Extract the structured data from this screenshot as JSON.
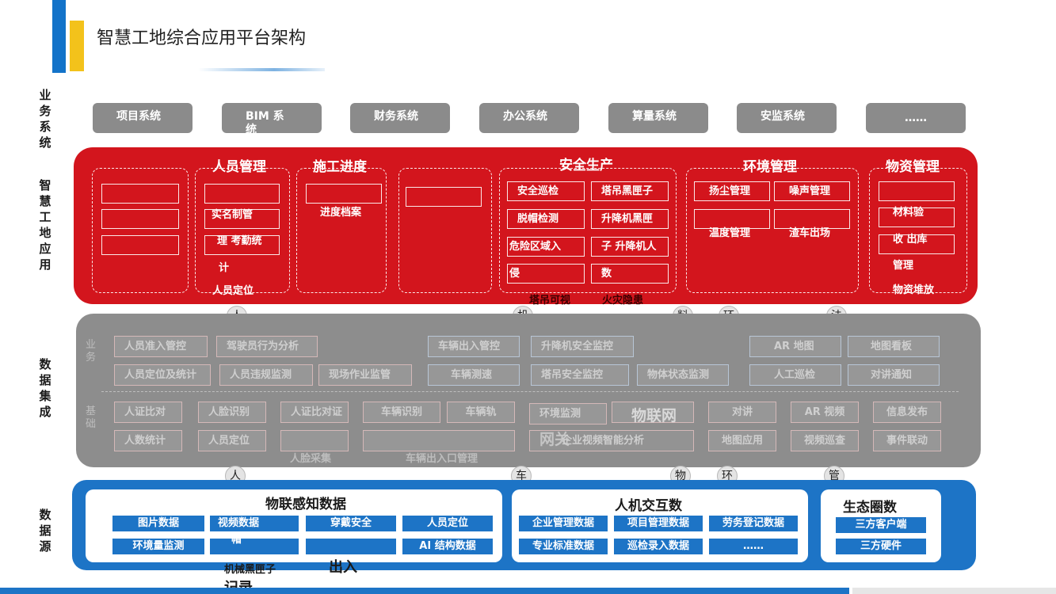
{
  "title": "智慧工地综合应用平台架构",
  "layers": {
    "business": "业务系统",
    "app": "智慧工地应用",
    "integration": "数据集成",
    "source": "数据源"
  },
  "business_systems": [
    "项目系统",
    "BIM 系统",
    "财务系统",
    "办公系统",
    "算量系统",
    "安监系统",
    "……"
  ],
  "app": {
    "personnel": {
      "title": "人员管理",
      "items": [
        "实名制管",
        "理 考勤统",
        "计",
        "人员定位"
      ]
    },
    "progress": {
      "title": "施工进度",
      "items": [
        "进度档案"
      ]
    },
    "safety": {
      "title": "安全生产",
      "items": [
        "安全巡检",
        "塔吊黑匣子",
        "脱帽检测",
        "升降机黑匣",
        "危险区域入",
        "子 升降机人",
        "侵",
        "数"
      ],
      "below": [
        "塔吊可视",
        "火灾隐患"
      ]
    },
    "environment": {
      "title": "环境管理",
      "items": [
        "扬尘管理",
        "噪声管理",
        "温度管理",
        "渣车出场"
      ]
    },
    "materials": {
      "title": "物资管理",
      "items": [
        "材料验",
        "收 出库",
        "管理",
        "物资堆放"
      ]
    }
  },
  "nodes_top": [
    "人",
    "机",
    "料",
    "环",
    "法"
  ],
  "integration": {
    "side_business": "业务",
    "side_base": "基础",
    "row1": [
      "人员准入管控",
      "驾驶员行为分析",
      "车辆出入管控",
      "升降机安全监控",
      "AR 地图",
      "地图看板"
    ],
    "row2": [
      "人员定位及统计",
      "人员违规监测",
      "现场作业监管",
      "车辆测速",
      "塔吊安全监控",
      "物体状态监测",
      "人工巡检",
      "对讲通知"
    ],
    "row3": [
      "人证比对",
      "人脸识别",
      "人证比对证",
      "车辆识别",
      "车辆轨",
      "环境监测",
      "对讲",
      "AR 视频",
      "信息发布"
    ],
    "row4": [
      "人数统计",
      "人员定位",
      "企业视频智能分析",
      "地图应用",
      "视频巡查",
      "事件联动"
    ],
    "iot": "物联网",
    "gateway": "网关",
    "below": [
      "人脸采集",
      "车辆出入口管理"
    ]
  },
  "nodes_bottom": [
    "人",
    "车",
    "物",
    "环",
    "管"
  ],
  "source": {
    "iot": {
      "title": "物联感知数据",
      "row1": [
        "图片数据",
        "视频数据",
        "穿戴安全",
        "人员定位"
      ],
      "row2": [
        "环境量监测",
        "",
        "",
        "AI 结构数据"
      ],
      "video_tail": "帽",
      "below1": "机械黑匣子",
      "below2": "记录",
      "below3": "出入"
    },
    "hci": {
      "title": "人机交互数",
      "row1": [
        "企业管理数据",
        "项目管理数据",
        "劳务登记数据"
      ],
      "row2": [
        "专业标准数据",
        "巡检录入数据",
        "……"
      ]
    },
    "eco": {
      "title": "生态圈数",
      "items": [
        "三方客户端",
        "三方硬件"
      ]
    }
  }
}
